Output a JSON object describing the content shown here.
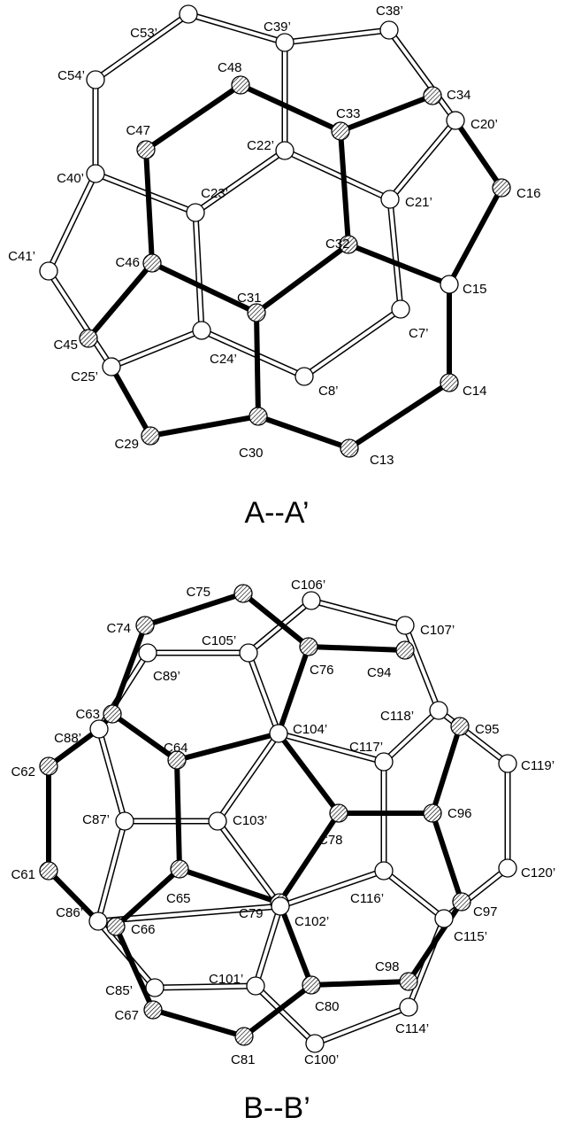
{
  "panels": [
    {
      "caption": "A--A’",
      "atoms": [
        {
          "id": "C53'",
          "label": "C53’",
          "t": "open"
        },
        {
          "id": "C39'",
          "label": "C39’",
          "t": "open"
        },
        {
          "id": "C38'",
          "label": "C38’",
          "t": "open"
        },
        {
          "id": "C54'",
          "label": "C54’",
          "t": "open"
        },
        {
          "id": "C48",
          "label": "C48",
          "t": "hatch"
        },
        {
          "id": "C34",
          "label": "C34",
          "t": "hatch"
        },
        {
          "id": "C20'",
          "label": "C20’",
          "t": "open"
        },
        {
          "id": "C33",
          "label": "C33",
          "t": "hatch"
        },
        {
          "id": "C47",
          "label": "C47",
          "t": "hatch"
        },
        {
          "id": "C22'",
          "label": "C22’",
          "t": "open"
        },
        {
          "id": "C40'",
          "label": "C40’",
          "t": "open"
        },
        {
          "id": "C16",
          "label": "C16",
          "t": "hatch"
        },
        {
          "id": "C23'",
          "label": "C23’",
          "t": "open"
        },
        {
          "id": "C21'",
          "label": "C21’",
          "t": "open"
        },
        {
          "id": "C32",
          "label": "C32",
          "t": "hatch"
        },
        {
          "id": "C41'",
          "label": "C41’",
          "t": "open"
        },
        {
          "id": "C46",
          "label": "C46",
          "t": "hatch"
        },
        {
          "id": "C15",
          "label": "C15",
          "t": "open"
        },
        {
          "id": "C31",
          "label": "C31",
          "t": "hatch"
        },
        {
          "id": "C7'",
          "label": "C7’",
          "t": "open"
        },
        {
          "id": "C45",
          "label": "C45",
          "t": "hatch"
        },
        {
          "id": "C24'",
          "label": "C24’",
          "t": "open"
        },
        {
          "id": "C25'",
          "label": "C25’",
          "t": "open"
        },
        {
          "id": "C8'",
          "label": "C8’",
          "t": "open"
        },
        {
          "id": "C14",
          "label": "C14",
          "t": "hatch"
        },
        {
          "id": "C29",
          "label": "C29",
          "t": "hatch"
        },
        {
          "id": "C30",
          "label": "C30",
          "t": "hatch"
        },
        {
          "id": "C13",
          "label": "C13",
          "t": "hatch"
        }
      ],
      "dark_bonds": [
        [
          "C48",
          "C33"
        ],
        [
          "C33",
          "C34"
        ],
        [
          "C33",
          "C32"
        ],
        [
          "C48",
          "C47"
        ],
        [
          "C47",
          "C46"
        ],
        [
          "C46",
          "C31"
        ],
        [
          "C46",
          "C45"
        ],
        [
          "C32",
          "C31"
        ],
        [
          "C32",
          "C15"
        ],
        [
          "C31",
          "C30"
        ],
        [
          "C15",
          "C16"
        ],
        [
          "C16",
          "C20'"
        ],
        [
          "C15",
          "C14"
        ],
        [
          "C14",
          "C13"
        ],
        [
          "C13",
          "C30"
        ],
        [
          "C30",
          "C29"
        ],
        [
          "C29",
          "C25'"
        ]
      ],
      "light_bonds": [
        [
          "C53'",
          "C39'"
        ],
        [
          "C39'",
          "C38'"
        ],
        [
          "C38'",
          "C20'"
        ],
        [
          "C53'",
          "C54'"
        ],
        [
          "C54'",
          "C40'"
        ],
        [
          "C39'",
          "C22'"
        ],
        [
          "C22'",
          "C23'"
        ],
        [
          "C22'",
          "C21'"
        ],
        [
          "C21'",
          "C20'"
        ],
        [
          "C40'",
          "C23'"
        ],
        [
          "C40'",
          "C41'"
        ],
        [
          "C41'",
          "C25'"
        ],
        [
          "C23'",
          "C24'"
        ],
        [
          "C24'",
          "C25'"
        ],
        [
          "C24'",
          "C8'"
        ],
        [
          "C8'",
          "C7'"
        ],
        [
          "C7'",
          "C21'"
        ]
      ]
    },
    {
      "caption": "B--B’",
      "atoms": [
        {
          "id": "C75",
          "label": "C75",
          "t": "hatch"
        },
        {
          "id": "C106'",
          "label": "C106’",
          "t": "open"
        },
        {
          "id": "C74",
          "label": "C74",
          "t": "hatch"
        },
        {
          "id": "C105'",
          "label": "C105’",
          "t": "open"
        },
        {
          "id": "C76",
          "label": "C76",
          "t": "hatch"
        },
        {
          "id": "C107'",
          "label": "C107’",
          "t": "open"
        },
        {
          "id": "C89'",
          "label": "C89’",
          "t": "open"
        },
        {
          "id": "C94",
          "label": "C94",
          "t": "hatch"
        },
        {
          "id": "C63",
          "label": "C63",
          "t": "hatch"
        },
        {
          "id": "C118'",
          "label": "C118’",
          "t": "open"
        },
        {
          "id": "C95",
          "label": "C95",
          "t": "hatch"
        },
        {
          "id": "C88'",
          "label": "C88’",
          "t": "open"
        },
        {
          "id": "C104'",
          "label": "C104’",
          "t": "open"
        },
        {
          "id": "C64",
          "label": "C64",
          "t": "hatch"
        },
        {
          "id": "C117'",
          "label": "C117’",
          "t": "open"
        },
        {
          "id": "C62",
          "label": "C62",
          "t": "hatch"
        },
        {
          "id": "C119'",
          "label": "C119’",
          "t": "open"
        },
        {
          "id": "C87'",
          "label": "C87’",
          "t": "open"
        },
        {
          "id": "C103'",
          "label": "C103’",
          "t": "open"
        },
        {
          "id": "C78",
          "label": "C78",
          "t": "hatch"
        },
        {
          "id": "C96",
          "label": "C96",
          "t": "hatch"
        },
        {
          "id": "C61",
          "label": "C61",
          "t": "hatch"
        },
        {
          "id": "C65",
          "label": "C65",
          "t": "hatch"
        },
        {
          "id": "C120'",
          "label": "C120’",
          "t": "open"
        },
        {
          "id": "C116'",
          "label": "C116’",
          "t": "open"
        },
        {
          "id": "C86'",
          "label": "C86’",
          "t": "open"
        },
        {
          "id": "C79",
          "label": "C79",
          "t": "hatch"
        },
        {
          "id": "C102'",
          "label": "C102’",
          "t": "open"
        },
        {
          "id": "C97",
          "label": "C97",
          "t": "hatch"
        },
        {
          "id": "C66",
          "label": "C66",
          "t": "hatch"
        },
        {
          "id": "C115'",
          "label": "C115’",
          "t": "open"
        },
        {
          "id": "C101'",
          "label": "C101’",
          "t": "open"
        },
        {
          "id": "C98",
          "label": "C98",
          "t": "hatch"
        },
        {
          "id": "C85'",
          "label": "C85’",
          "t": "open"
        },
        {
          "id": "C80",
          "label": "C80",
          "t": "hatch"
        },
        {
          "id": "C67",
          "label": "C67",
          "t": "hatch"
        },
        {
          "id": "C114'",
          "label": "C114’",
          "t": "open"
        },
        {
          "id": "C81",
          "label": "C81",
          "t": "hatch"
        },
        {
          "id": "C100'",
          "label": "C100’",
          "t": "open"
        }
      ],
      "dark_bonds": [
        [
          "C74",
          "C75"
        ],
        [
          "C75",
          "C76"
        ],
        [
          "C76",
          "C94"
        ],
        [
          "C76",
          "C104'"
        ],
        [
          "C74",
          "C63"
        ],
        [
          "C63",
          "C64"
        ],
        [
          "C63",
          "C88'"
        ],
        [
          "C88'",
          "C62"
        ],
        [
          "C62",
          "C61"
        ],
        [
          "C61",
          "C86'"
        ],
        [
          "C64",
          "C104'"
        ],
        [
          "C64",
          "C65"
        ],
        [
          "C104'",
          "C78"
        ],
        [
          "C78",
          "C96"
        ],
        [
          "C78",
          "C79"
        ],
        [
          "C96",
          "C95"
        ],
        [
          "C96",
          "C97"
        ],
        [
          "C65",
          "C79"
        ],
        [
          "C65",
          "C66"
        ],
        [
          "C79",
          "C80"
        ],
        [
          "C80",
          "C98"
        ],
        [
          "C80",
          "C81"
        ],
        [
          "C81",
          "C67"
        ],
        [
          "C67",
          "C66"
        ],
        [
          "C98",
          "C97"
        ]
      ],
      "light_bonds": [
        [
          "C106'",
          "C107'"
        ],
        [
          "C106'",
          "C105'"
        ],
        [
          "C105'",
          "C89'"
        ],
        [
          "C105'",
          "C104'"
        ],
        [
          "C107'",
          "C118'"
        ],
        [
          "C118'",
          "C117'"
        ],
        [
          "C118'",
          "C119'"
        ],
        [
          "C119'",
          "C120'"
        ],
        [
          "C120'",
          "C115'"
        ],
        [
          "C89'",
          "C88'"
        ],
        [
          "C88'",
          "C87'"
        ],
        [
          "C104'",
          "C103'"
        ],
        [
          "C104'",
          "C117'"
        ],
        [
          "C87'",
          "C103'"
        ],
        [
          "C87'",
          "C86'"
        ],
        [
          "C103'",
          "C102'"
        ],
        [
          "C117'",
          "C116'"
        ],
        [
          "C116'",
          "C102'"
        ],
        [
          "C116'",
          "C115'"
        ],
        [
          "C86'",
          "C85'"
        ],
        [
          "C86'",
          "C102'"
        ],
        [
          "C102'",
          "C101'"
        ],
        [
          "C85'",
          "C101'"
        ],
        [
          "C101'",
          "C100'"
        ],
        [
          "C100'",
          "C114'"
        ],
        [
          "C114'",
          "C115'"
        ]
      ]
    }
  ]
}
